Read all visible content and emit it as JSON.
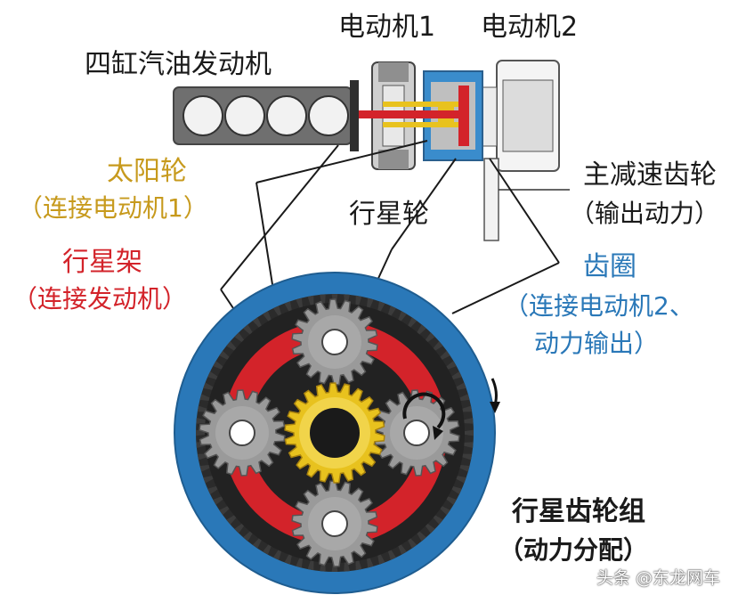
{
  "labels": {
    "engine": "四缸汽油发动机",
    "motor1": "电动机1",
    "motor2": "电动机2",
    "sun_gear": "太阳轮",
    "sun_gear_note": "（连接电动机1）",
    "carrier": "行星架",
    "carrier_note": "（连接发动机）",
    "planet_gear": "行星轮",
    "final_drive": "主减速齿轮",
    "final_drive_note": "（输出动力）",
    "ring_gear": "齿圈",
    "ring_gear_note_1": "（连接电动机2、",
    "ring_gear_note_2": "动力输出）",
    "gearset_title": "行星齿轮组",
    "gearset_note": "（动力分配）",
    "watermark": "头条 @东龙网车"
  },
  "colors": {
    "sun_gear": "#e8c21e",
    "carrier": "#d3232a",
    "ring_gear": "#2a78b8",
    "ring_teeth": "#2b2b2b",
    "planet_gear": "#9a9a9a",
    "motor_box": "#3a8ccc"
  },
  "icons": [
    "rotation-arrow-icon"
  ]
}
